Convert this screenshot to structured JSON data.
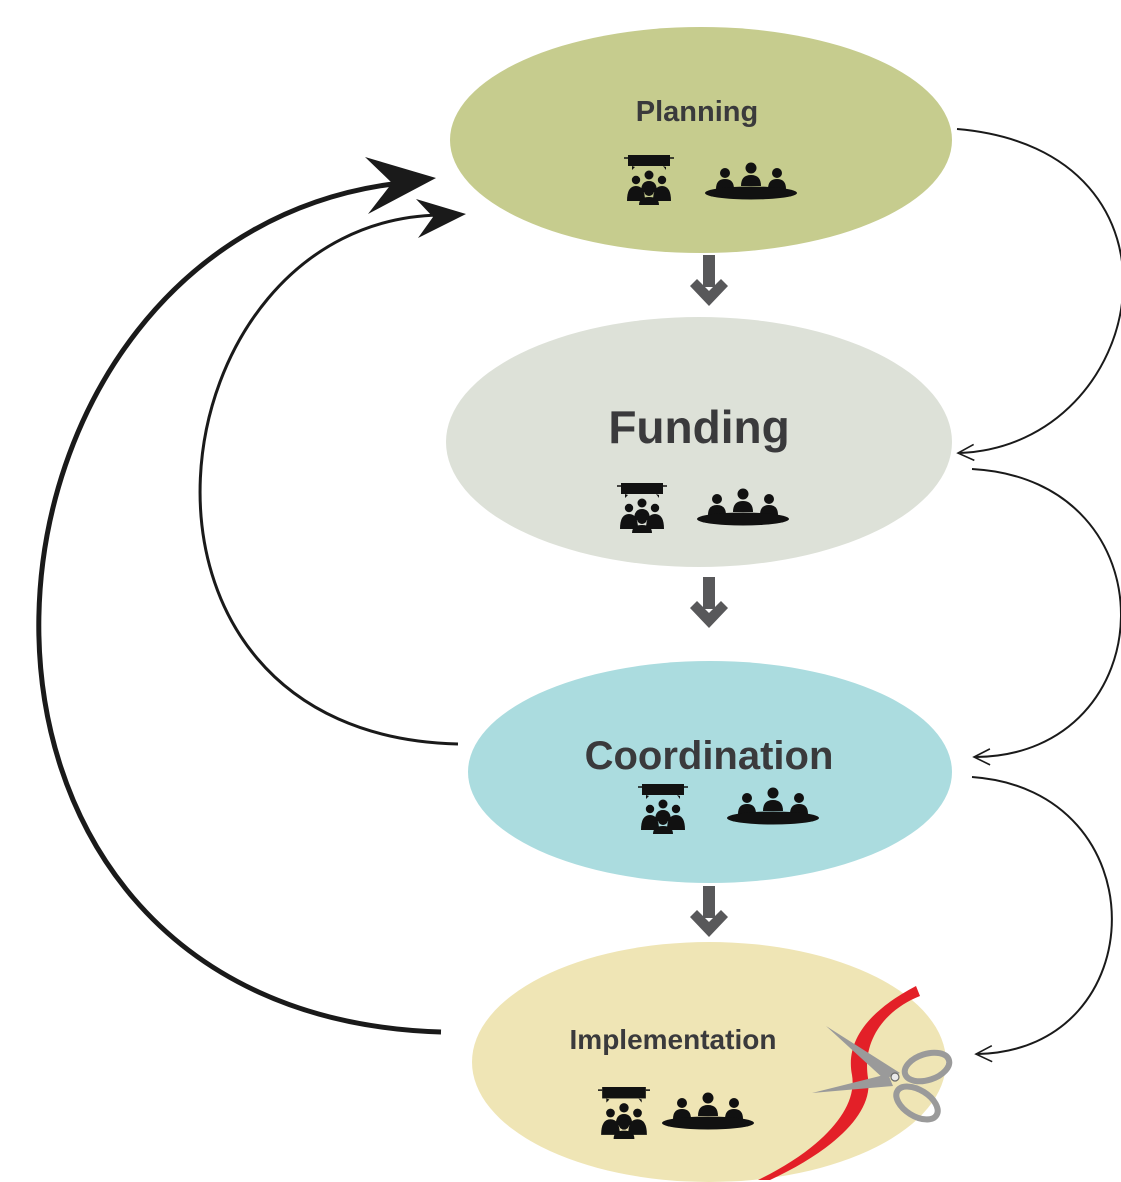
{
  "stages": [
    {
      "id": "planning",
      "label": "Planning",
      "fill": "#c6cc8e"
    },
    {
      "id": "funding",
      "label": "Funding",
      "fill": "#dde1d8"
    },
    {
      "id": "coordination",
      "label": "Coordination",
      "fill": "#abdcdf"
    },
    {
      "id": "implementation",
      "label": "Implementation",
      "fill": "#efe5b5"
    }
  ],
  "icons": [
    "presentation-group-icon",
    "round-table-meeting-icon",
    "scissors-icon",
    "ribbon-icon"
  ],
  "colors": {
    "down_arrow": "#58585a",
    "curve": "#1a1a1a",
    "ribbon": "#e32028",
    "scissors_blade": "#9a9a9a",
    "label_text": "#3a3a3c"
  }
}
